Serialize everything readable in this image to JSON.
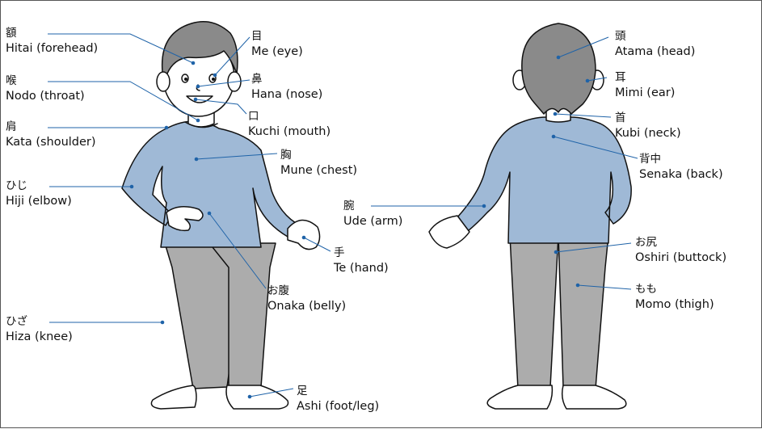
{
  "labels": {
    "hitai": {
      "jp": "額",
      "en": "Hitai (forehead)"
    },
    "nodo": {
      "jp": "喉",
      "en": "Nodo (throat)"
    },
    "kata": {
      "jp": "肩",
      "en": "Kata (shoulder)"
    },
    "hiji": {
      "jp": "ひじ",
      "en": "Hiji (elbow)"
    },
    "hiza": {
      "jp": "ひざ",
      "en": "Hiza (knee)"
    },
    "me": {
      "jp": "目",
      "en": "Me (eye)"
    },
    "hana": {
      "jp": "鼻",
      "en": "Hana (nose)"
    },
    "kuchi": {
      "jp": "口",
      "en": "Kuchi (mouth)"
    },
    "mune": {
      "jp": "胸",
      "en": "Mune (chest)"
    },
    "te": {
      "jp": "手",
      "en": "Te (hand)"
    },
    "onaka": {
      "jp": "お腹",
      "en": "Onaka (belly)"
    },
    "ashi": {
      "jp": "足",
      "en": "Ashi (foot/leg)"
    },
    "atama": {
      "jp": "頭",
      "en": "Atama (head)"
    },
    "mimi": {
      "jp": "耳",
      "en": "Mimi (ear)"
    },
    "kubi": {
      "jp": "首",
      "en": "Kubi (neck)"
    },
    "senaka": {
      "jp": "背中",
      "en": "Senaka (back)"
    },
    "ude": {
      "jp": "腕",
      "en": "Ude (arm)"
    },
    "oshiri": {
      "jp": "お尻",
      "en": "Oshiri (buttock)"
    },
    "momo": {
      "jp": "もも",
      "en": "Momo (thigh)"
    }
  },
  "colors": {
    "shirt": "#9fb9d6",
    "pants": "#acacac",
    "hair": "#8a8a8a",
    "leader": "#1f63a8",
    "outline": "#111111"
  }
}
